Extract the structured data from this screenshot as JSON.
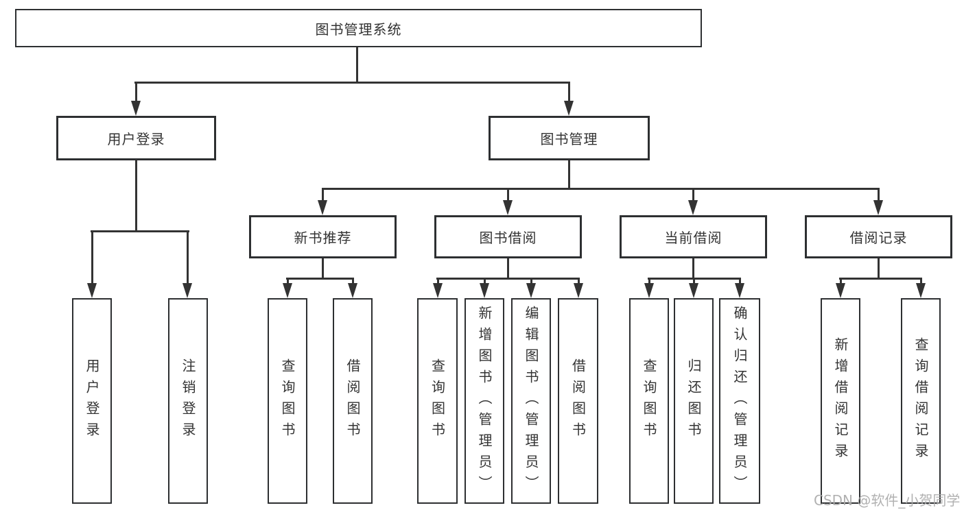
{
  "diagram": {
    "title": "图书管理系统",
    "watermark": "CSDN @软件_小贺同学",
    "colors": {
      "background": "#ffffff",
      "line": "#333333",
      "box_border": "#2d2f31",
      "text": "#333333",
      "watermark": "#ababab"
    },
    "root": {
      "label": "图书管理系统",
      "children": [
        "用户登录",
        "图书管理"
      ]
    },
    "level2": [
      {
        "label": "用户登录",
        "children": [
          "用户登录",
          "注销登录"
        ]
      },
      {
        "label": "图书管理",
        "children": [
          "新书推荐",
          "图书借阅",
          "当前借阅",
          "借阅记录"
        ]
      }
    ],
    "level3": [
      {
        "label": "新书推荐",
        "children": [
          "查询图书",
          "借阅图书"
        ]
      },
      {
        "label": "图书借阅",
        "children": [
          "查询图书",
          "新增图书（管理员）",
          "编辑图书（管理员）",
          "借阅图书"
        ]
      },
      {
        "label": "当前借阅",
        "children": [
          "查询图书",
          "归还图书",
          "确认归还（管理员）"
        ]
      },
      {
        "label": "借阅记录",
        "children": [
          "新增借阅记录",
          "查询借阅记录"
        ]
      }
    ],
    "leaves": {
      "user_login": [
        "用户登录",
        "注销登录"
      ],
      "new_book_recommend": [
        "查询图书",
        "借阅图书"
      ],
      "book_borrow": [
        "查询图书",
        "新增图书（管理员）",
        "编辑图书（管理员）",
        "借阅图书"
      ],
      "current_borrow": [
        "查询图书",
        "归还图书",
        "确认归还（管理员）"
      ],
      "borrow_records": [
        "新增借阅记录",
        "查询借阅记录"
      ]
    }
  }
}
